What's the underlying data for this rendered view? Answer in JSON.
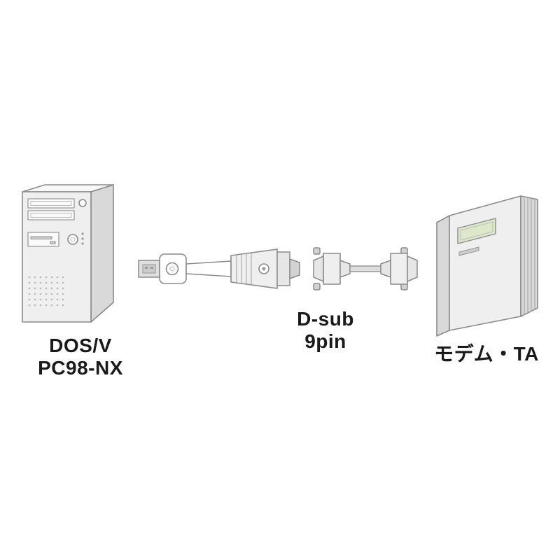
{
  "labels": {
    "pc": {
      "line1": "DOS/V",
      "line2": "PC98-NX"
    },
    "adapter": {
      "line1": "D-sub",
      "line2": "9pin"
    },
    "modem": "モデム・TA"
  },
  "illustrations": {
    "pc": "desktop-tower-pc",
    "adapter": "usb-to-dsub9-converter-cable",
    "serial_cable": "rs232c-serial-cable",
    "modem": "modem-ta-unit"
  },
  "colors": {
    "outline": "#8a8a8a",
    "body_fill": "#efefef",
    "side_fill": "#d9d9d9",
    "lcd_green": "#dce8c9",
    "text": "#1a1a1a",
    "background": "#ffffff"
  }
}
